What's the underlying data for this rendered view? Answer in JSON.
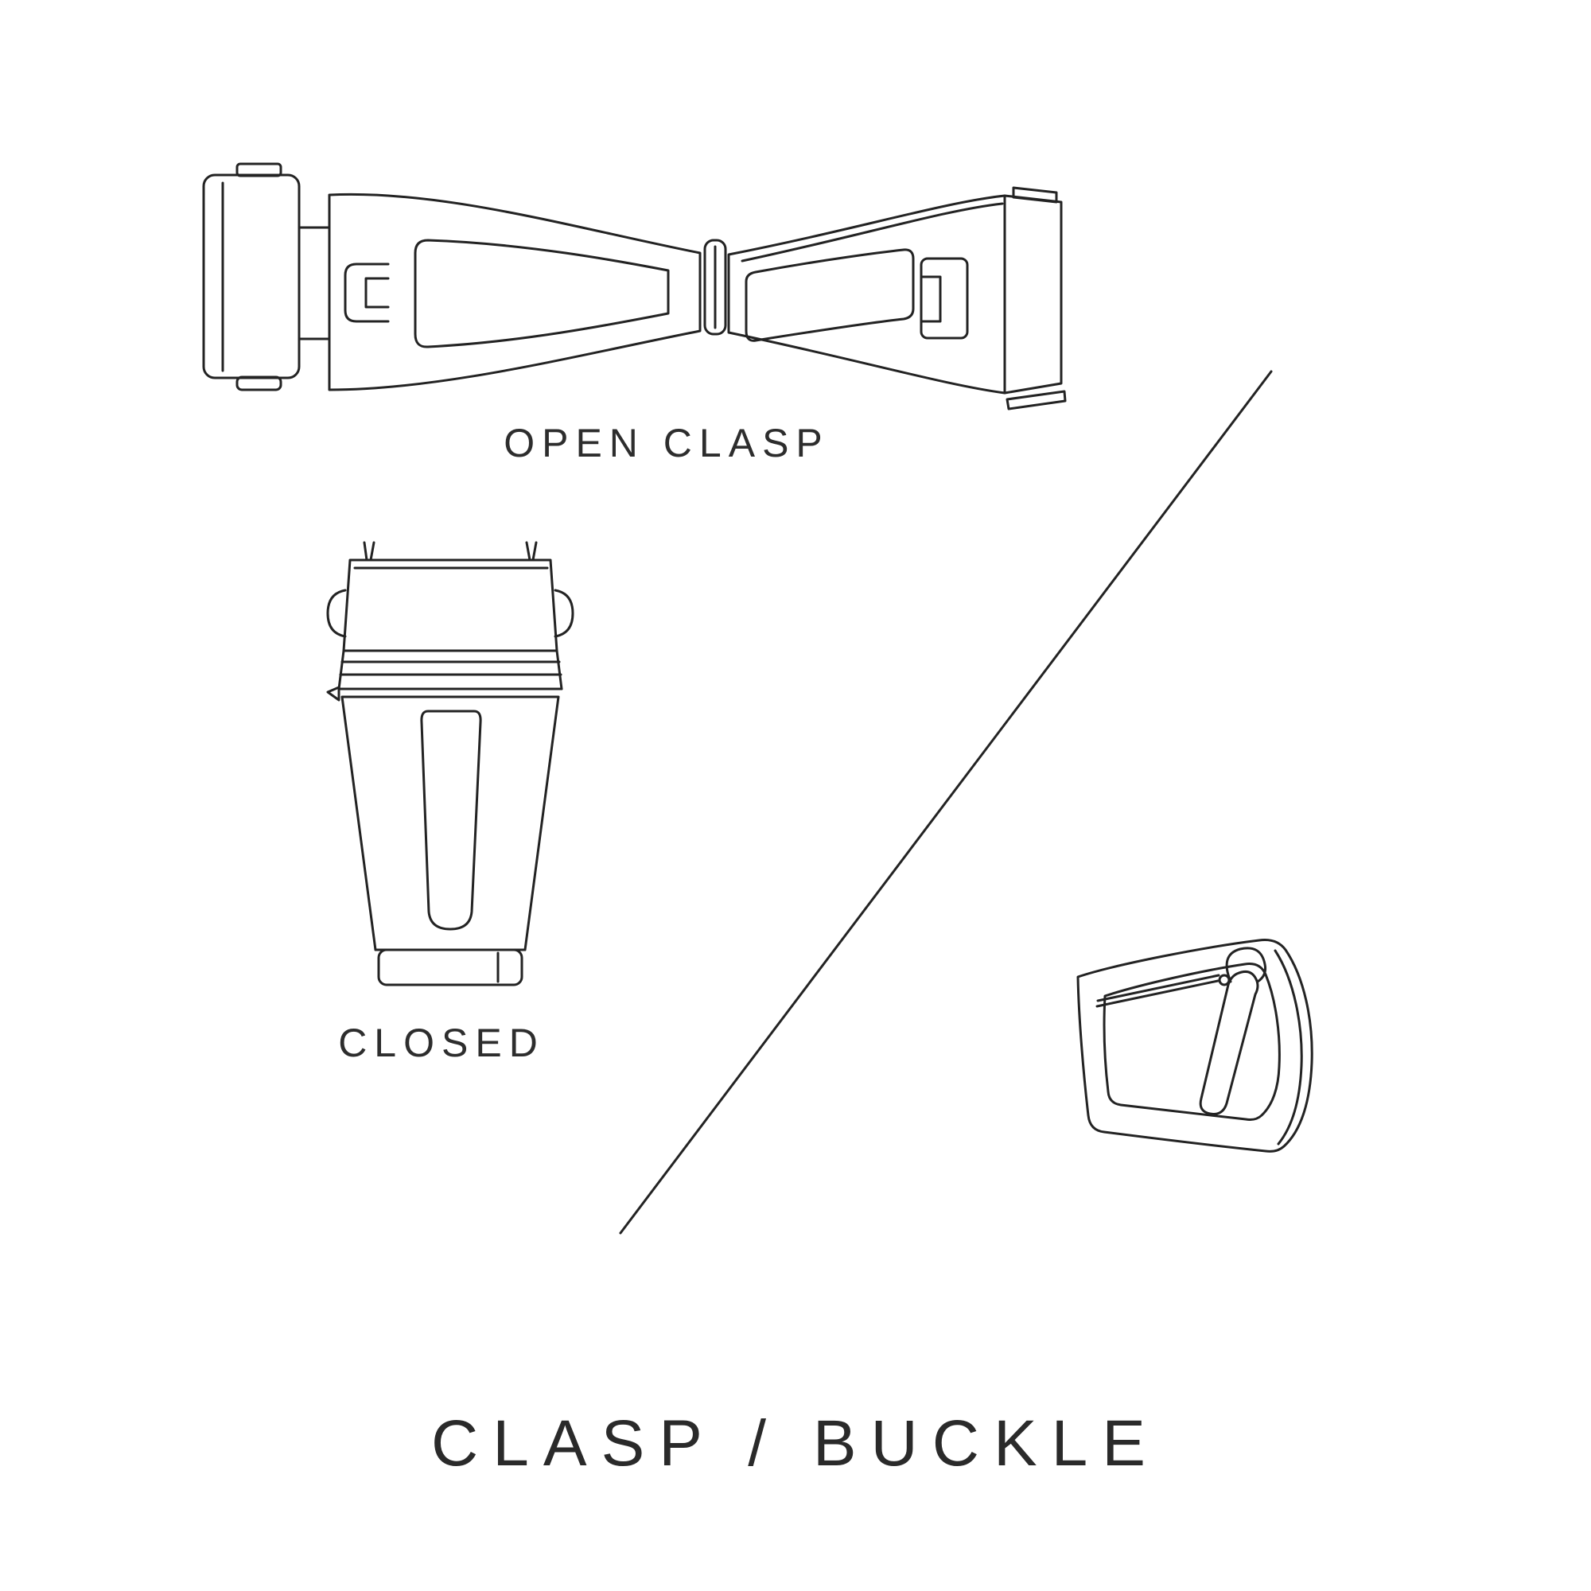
{
  "canvas": {
    "background": "#ffffff",
    "ink": "#232323",
    "text_color": "#2d2d2d"
  },
  "figures": {
    "open_clasp": {
      "label": "OPEN CLASP",
      "icon": "open-clasp-line-art"
    },
    "closed_clasp": {
      "label": "CLOSED",
      "icon": "closed-clasp-line-art"
    },
    "buckle": {
      "icon": "tang-buckle-line-art"
    },
    "divider": {
      "icon": "diagonal-divider-line"
    }
  },
  "title": {
    "text": "CLASP / BUCKLE"
  }
}
